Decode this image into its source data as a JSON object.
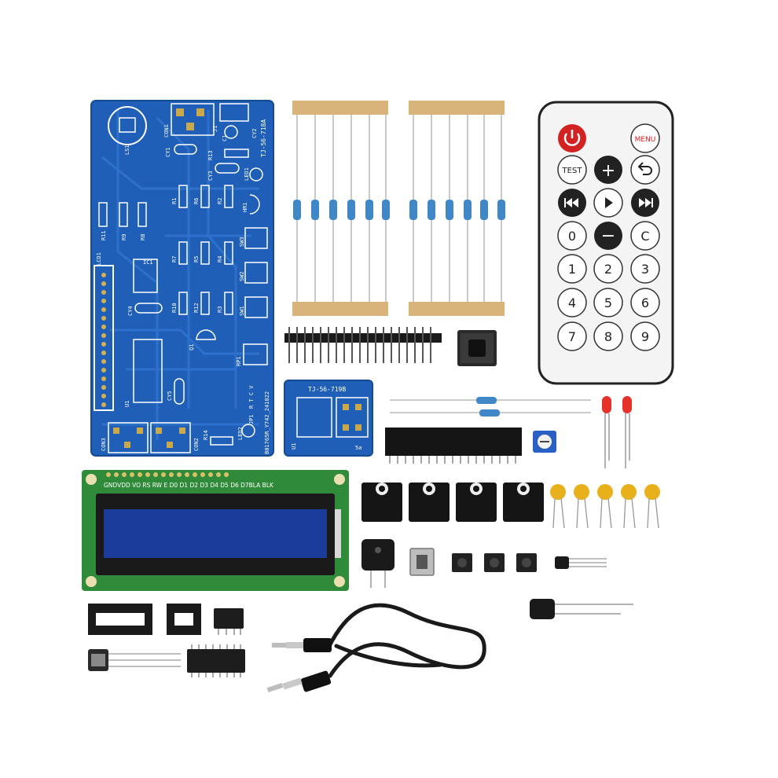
{
  "photo": {
    "subject": "DIY electronic kit components",
    "background": "#ffffff"
  },
  "pcb_main": {
    "color": "#1f5fb8",
    "model": "TJ-56-718A",
    "code": "B01765R_Y742_241022",
    "labels": {
      "lcd": "LCD1",
      "con1": "CON1",
      "con2": "CON2",
      "con3": "CON3",
      "ls1": "LS1",
      "ic1": "IC1",
      "u1": "U1",
      "q1": "Q1",
      "rp1": "RP1",
      "jp1": "JP1",
      "led1": "LED1",
      "led2": "LED2",
      "hr1": "HR1",
      "sw1": "SW1",
      "sw2": "SW2",
      "sw3": "SW3",
      "r14": "R14",
      "cy1": "CY1",
      "cy2": "CY2",
      "cy3": "CY3",
      "cy4": "CY4",
      "cy5": "CY5",
      "c1": "C1",
      "j1": "J1",
      "r13": "R13",
      "r11": "R11",
      "r9": "R9",
      "r8": "R8",
      "r1": "R1",
      "r6": "R6",
      "r2": "R2",
      "r7": "R7",
      "r5": "R5",
      "r4": "R4",
      "r10": "R10",
      "r12": "R12",
      "r3": "R3",
      "rtcv": "R T C V"
    }
  },
  "pcb_small": {
    "model": "TJ-56-719B",
    "u_label": "U1",
    "s_label": "5a"
  },
  "remote": {
    "buttons": {
      "menu": "MENU",
      "test": "TEST",
      "plus": "+",
      "minus": "−",
      "zero": "0",
      "clear": "C",
      "one": "1",
      "two": "2",
      "three": "3",
      "four": "4",
      "five": "5",
      "six": "6",
      "seven": "7",
      "eight": "8",
      "nine": "9"
    },
    "icons": {
      "power": "power-icon",
      "back": "back-arrow-icon",
      "prev": "rewind-icon",
      "play": "play-icon",
      "next": "fast-forward-icon"
    },
    "accent": "#d32222"
  },
  "lcd": {
    "pin_labels": "GNDVDD VO RS RW  E  D0  D1  D2  D3  D4  D5  D6  D7BLA BLK",
    "board_color": "#2f8a3a",
    "screen_color": "#1c3c9c"
  }
}
